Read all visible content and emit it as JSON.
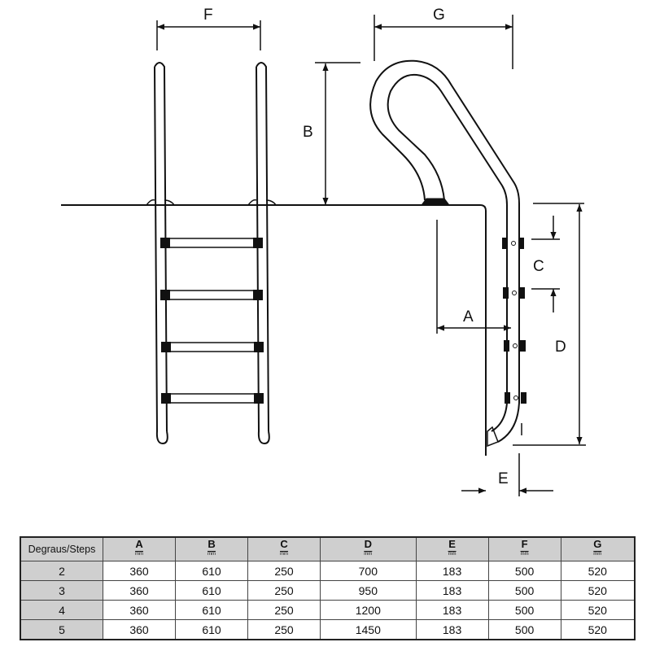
{
  "diagram": {
    "labels": {
      "F": "F",
      "G": "G",
      "B": "B",
      "C": "C",
      "A": "A",
      "D": "D",
      "E": "E"
    }
  },
  "table": {
    "headers": [
      {
        "label": "Degraus/Steps",
        "unit": ""
      },
      {
        "label": "A",
        "unit": "mm"
      },
      {
        "label": "B",
        "unit": "mm"
      },
      {
        "label": "C",
        "unit": "mm"
      },
      {
        "label": "D",
        "unit": "mm"
      },
      {
        "label": "E",
        "unit": "mm"
      },
      {
        "label": "F",
        "unit": "mm"
      },
      {
        "label": "G",
        "unit": "mm"
      }
    ],
    "rows": [
      [
        "2",
        "360",
        "610",
        "250",
        "700",
        "183",
        "500",
        "520"
      ],
      [
        "3",
        "360",
        "610",
        "250",
        "950",
        "183",
        "500",
        "520"
      ],
      [
        "4",
        "360",
        "610",
        "250",
        "1200",
        "183",
        "500",
        "520"
      ],
      [
        "5",
        "360",
        "610",
        "250",
        "1450",
        "183",
        "500",
        "520"
      ]
    ]
  }
}
